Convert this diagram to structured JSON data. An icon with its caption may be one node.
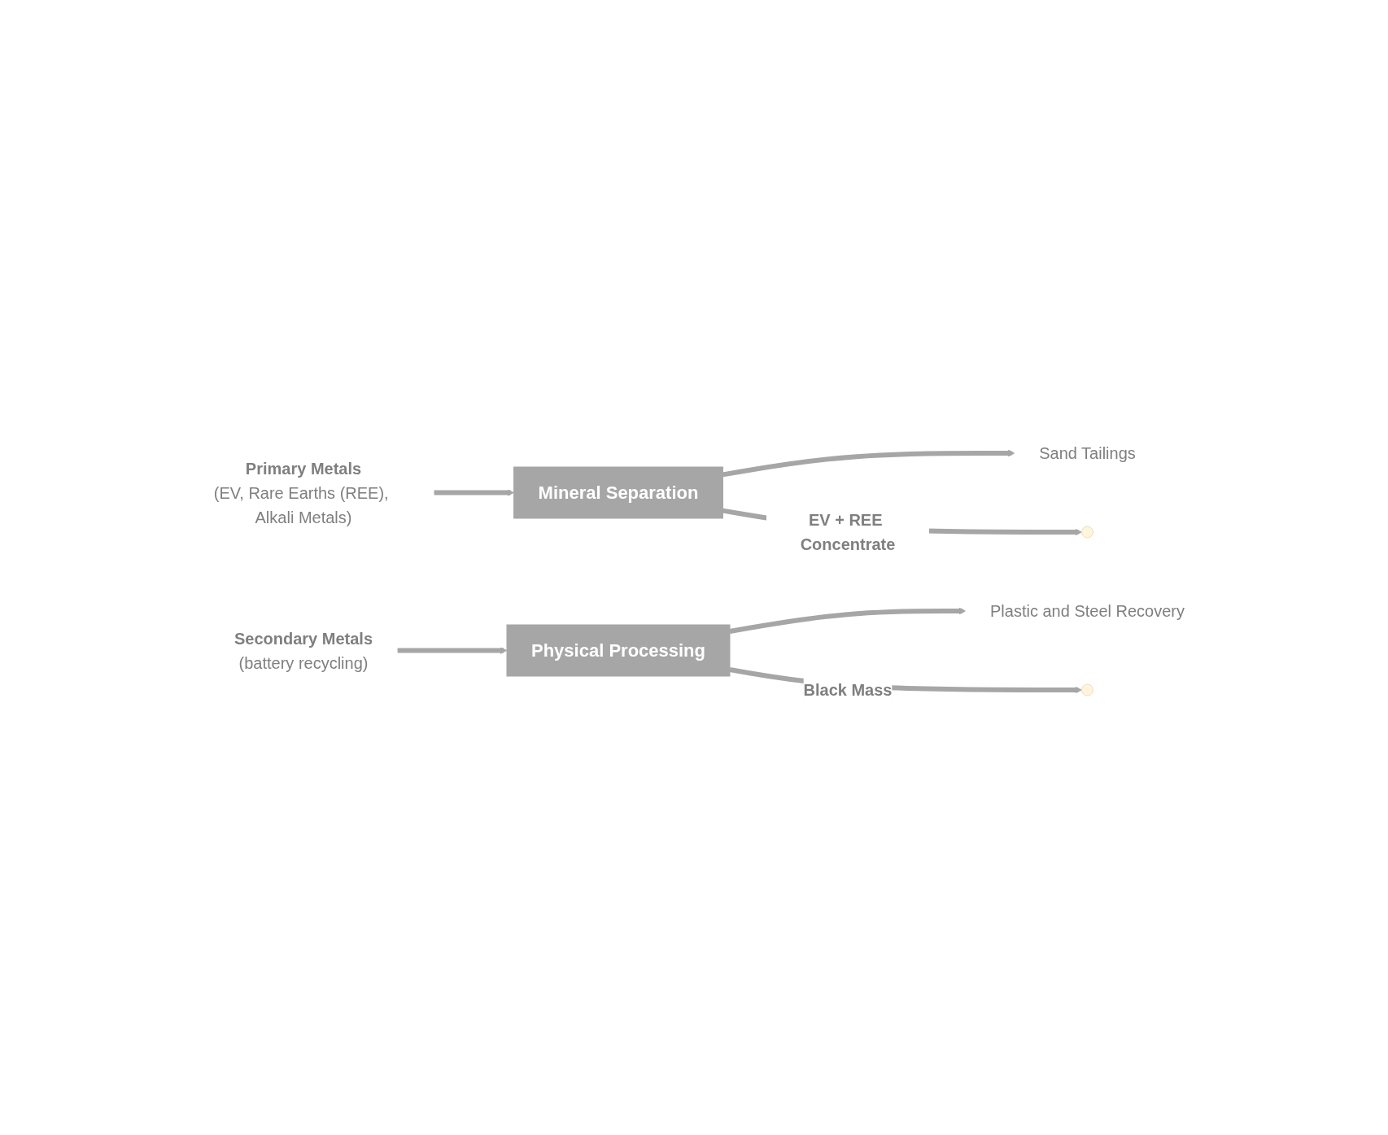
{
  "diagram": {
    "nodes": [
      {
        "text": [
          "Primary Metals",
          "(EV, Rare Earths (REE), Alkali Metals)"
        ]
      },
      {
        "text": [
          "Mineral Separation"
        ]
      },
      {
        "text": [
          "Sand Tailings"
        ]
      },
      {
        "text": [
          "Secondary Metals",
          "(battery recycling)"
        ]
      },
      {
        "text": [
          "Physical Processing"
        ]
      },
      {
        "text": [
          "Plastic and Steel Recovery"
        ]
      }
    ],
    "edges": [
      {
        "from": 0,
        "to": 1,
        "arrow": "to"
      },
      {
        "from": 1,
        "to": 2,
        "arrow": "to"
      },
      {
        "from": 3,
        "to": 4,
        "arrow": "to"
      },
      {
        "from": 4,
        "to": 5,
        "arrow": "to"
      },
      {
        "from": 1,
        "to": null,
        "arrow": "to",
        "label": "EV + REE Concentrate"
      },
      {
        "from": 4,
        "to": null,
        "arrow": "to",
        "label": "Black Mass"
      }
    ]
  }
}
